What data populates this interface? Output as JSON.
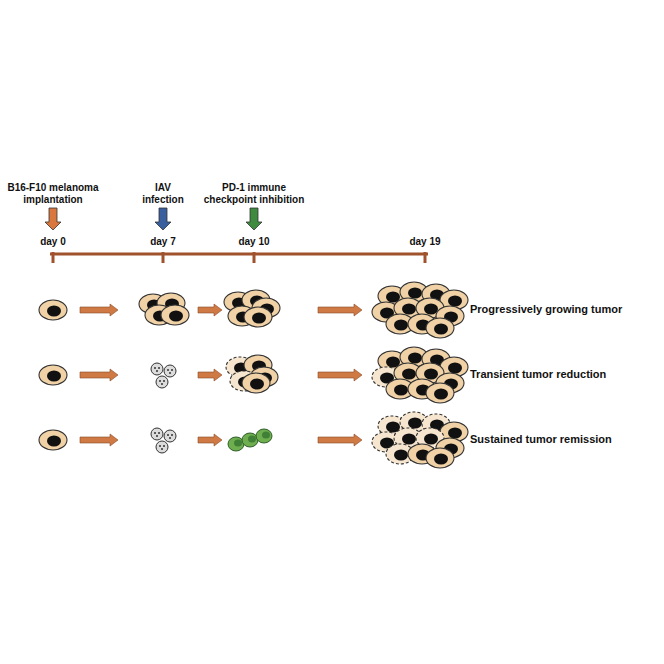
{
  "diagram": {
    "labels": [
      "B16-F10 melanoma implantation",
      "IAV infection",
      "PD-1 immune checkpoint inhibition",
      "day 0",
      "day 7",
      "day 10",
      "day 19",
      "Progressively growing tumor",
      "Transient tumor reduction",
      "Sustained tumor remission"
    ]
  }
}
